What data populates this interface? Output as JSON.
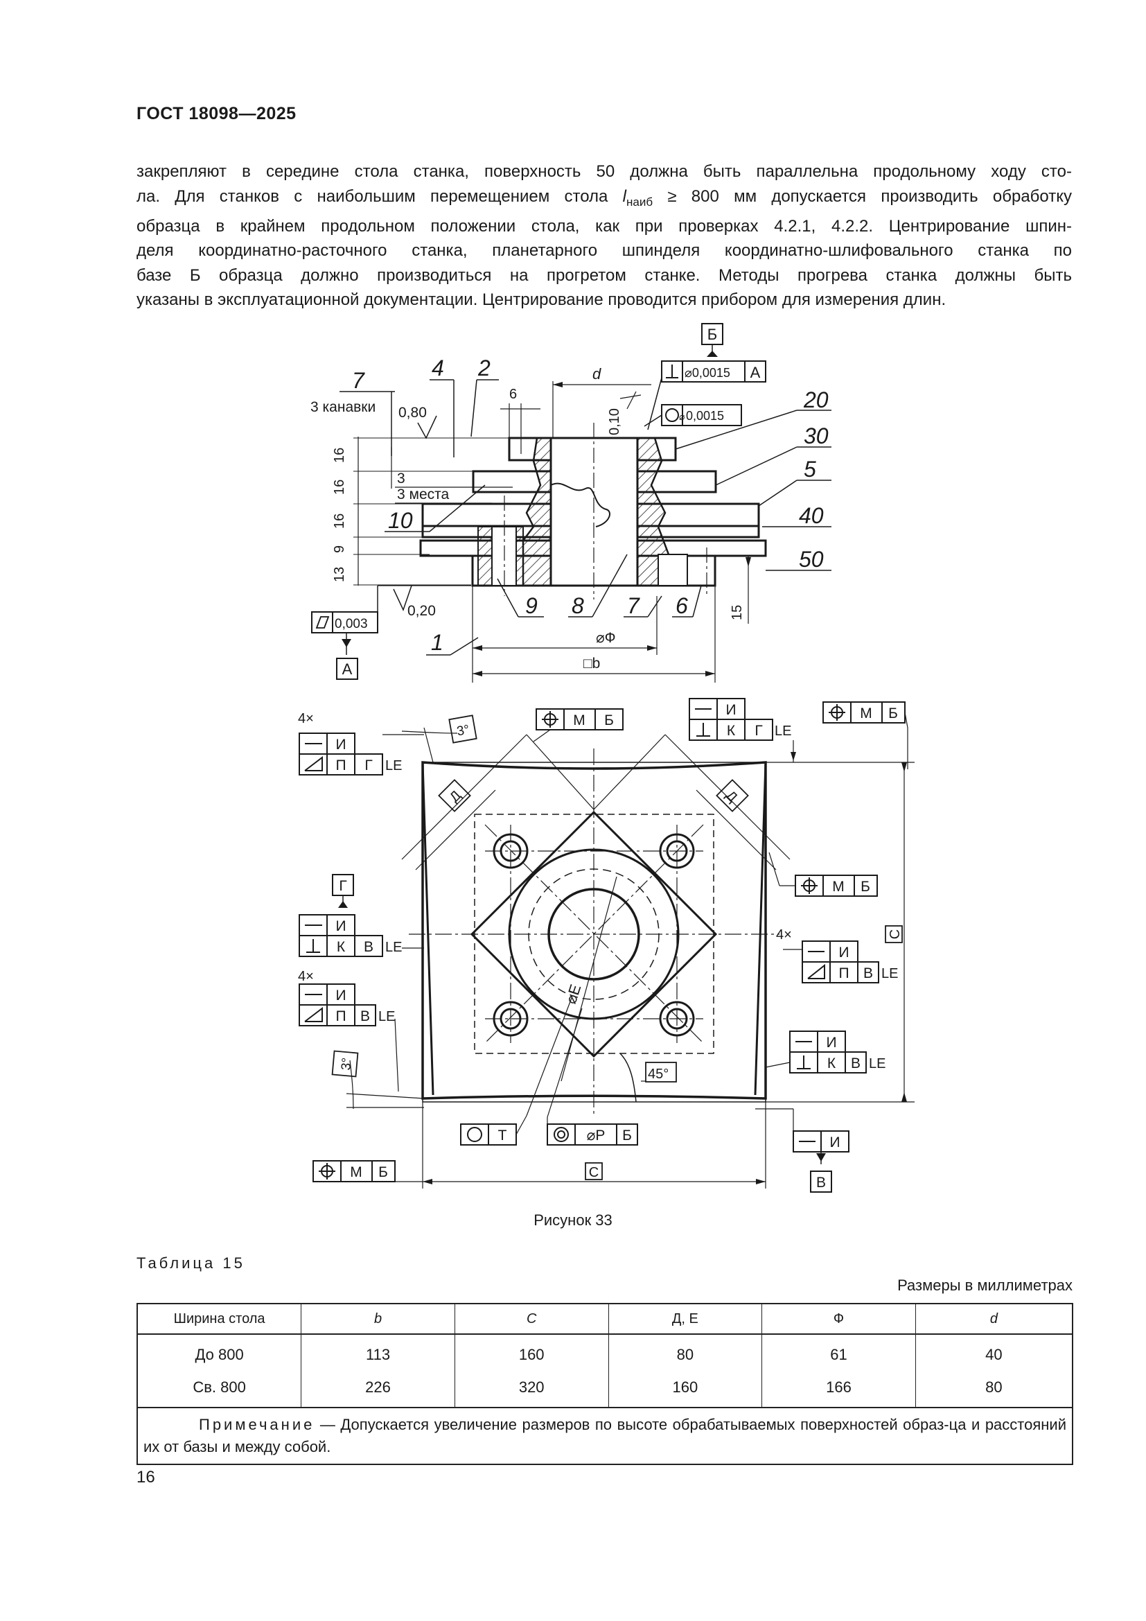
{
  "header": "ГОСТ 18098—2025",
  "paragraph": {
    "line1": "закрепляют в середине стола станка, поверхность 50 должна быть параллельна продольному ходу сто-",
    "line2_a": "ла. Для станков с наибольшим перемещением стола ",
    "line2_l": "l",
    "line2_sub": "наиб",
    "line2_b": " ≥ 800 мм допускается производить обработку",
    "line3": "образца в крайнем продольном положении стола, как при проверках 4.2.1, 4.2.2. Центрирование шпин-",
    "line4": "деля координатно-расточного станка, планетарного шпинделя координатно-шлифовального станка по",
    "line5": "базе Б образца должно производиться на прогретом станке. Методы прогрева станка должны быть",
    "line6": "указаны в эксплуатационной документации. Центрирование проводится прибором для измерения длин."
  },
  "figure": {
    "caption": "Рисунок 33",
    "top": {
      "datum_b": "Б",
      "perp_tol": "⌀0,0015",
      "perp_datum": "А",
      "circ_tol": "0,0015",
      "dim_d": "d",
      "dim_6": "6",
      "dim_010": "0,10",
      "lbl_7": "7",
      "lbl_4": "4",
      "lbl_2": "2",
      "grooves": "3 канавки",
      "rough_080": "0,80",
      "dim_3": "3",
      "places": "3 места",
      "lbl_10": "10",
      "lbl_20": "20",
      "lbl_30": "30",
      "lbl_5": "5",
      "lbl_40": "40",
      "lbl_50": "50",
      "v16a": "16",
      "v16b": "16",
      "v16c": "16",
      "v9": "9",
      "v13": "13",
      "v15": "15",
      "flat_tol": "0,003",
      "rough_020": "0,20",
      "datum_a": "А",
      "lbl_1": "1",
      "lbl_9": "9",
      "lbl_8": "8",
      "lbl_7b": "7",
      "lbl_6": "6",
      "dim_phi": "⌀Ф",
      "dim_b": "□b"
    },
    "bottom": {
      "n4x_a": "4×",
      "n4x_b": "4×",
      "n4x_c": "4×",
      "I": "И",
      "P": "П",
      "K": "К",
      "G": "Г",
      "V": "В",
      "LE": "LE",
      "M": "М",
      "B": "Б",
      "T": "Т",
      "angle3a": "3°",
      "angle3b": "3°",
      "angle45": "45°",
      "lbl_D1": "Д",
      "lbl_D2": "Д",
      "dim_E": "⌀Е",
      "dim_C_right": "С",
      "dim_C_bottom": "С",
      "datum_G": "Г",
      "datum_V": "В",
      "coax": "⌀Р"
    }
  },
  "table": {
    "label": "Таблица 15",
    "units": "Размеры в миллиметрах",
    "headers": [
      "Ширина стола",
      "b",
      "С",
      "Д, Е",
      "Ф",
      "d"
    ],
    "rows": [
      [
        "До 800",
        "113",
        "160",
        "80",
        "61",
        "40"
      ],
      [
        "Св. 800",
        "226",
        "320",
        "160",
        "166",
        "80"
      ]
    ],
    "note_label": "Примечание",
    "note_text": " — Допускается увеличение размеров по высоте обрабатываемых поверхностей образ-ца и расстояний их от базы и между собой."
  },
  "page_number": "16"
}
